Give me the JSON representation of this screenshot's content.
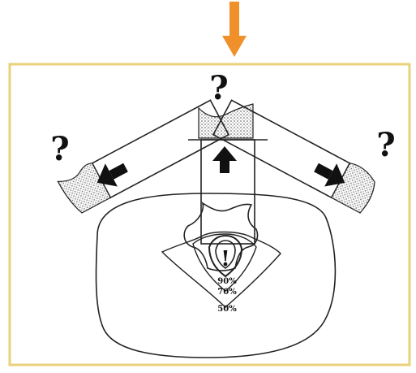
{
  "diagram": {
    "top_arrow_color": "#F0902A",
    "frame_color": "#E9D27A",
    "beam_labels": [
      {
        "id": "left",
        "text": "?"
      },
      {
        "id": "top",
        "text": "?"
      },
      {
        "id": "right",
        "text": "?"
      }
    ],
    "central_mark": "!",
    "isodose_levels": [
      "90%",
      "70%",
      "50%"
    ]
  }
}
